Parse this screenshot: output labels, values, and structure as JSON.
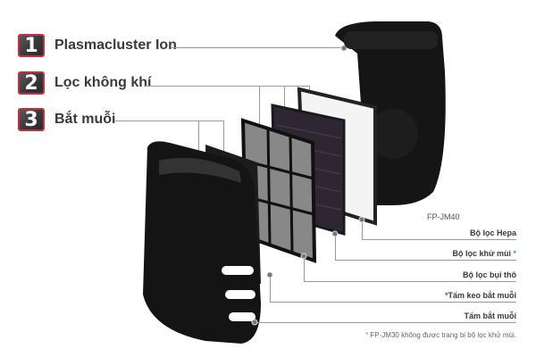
{
  "features": [
    {
      "number": "1",
      "label": "Plasmacluster Ion"
    },
    {
      "number": "2",
      "label": "Lọc không khí"
    },
    {
      "number": "3",
      "label": "Bắt muỗi"
    }
  ],
  "model_label": "FP-JM40",
  "parts": [
    {
      "label": "Bộ lọc Hepa",
      "prefix": "",
      "suffix": ""
    },
    {
      "label": "Bộ lọc khử mùi",
      "prefix": "",
      "suffix": " *"
    },
    {
      "label": "Bộ lọc bụi thô",
      "prefix": "",
      "suffix": ""
    },
    {
      "label": "Tấm keo bắt muỗi",
      "prefix": "*",
      "suffix": ""
    },
    {
      "label": "Tấm bắt muỗi",
      "prefix": "",
      "suffix": ""
    }
  ],
  "footnote": {
    "asterisk": "*",
    "text": " FP-JM30 không được trang bị bộ lọc khử mùi."
  },
  "colors": {
    "badge_border": "#c0303e",
    "asterisk_blue": "#2aa8d8",
    "asterisk_red": "#d0305a"
  }
}
